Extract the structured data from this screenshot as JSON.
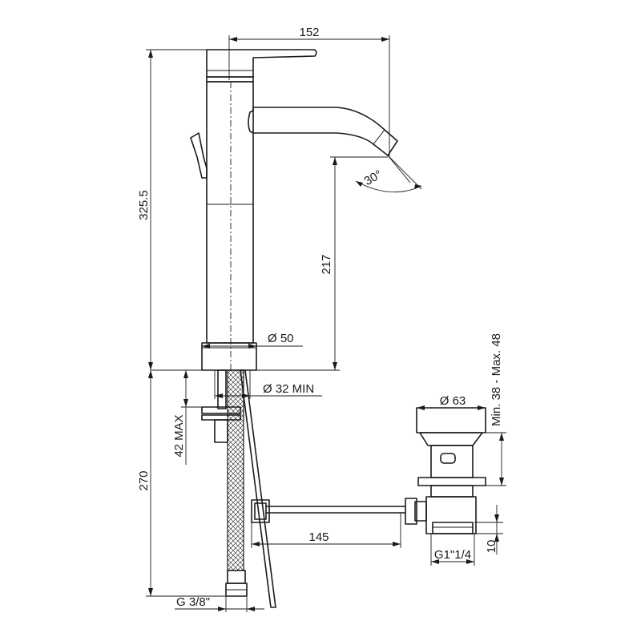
{
  "dimensions": {
    "total_width": "152",
    "total_height": "325.5",
    "spout_height": "217",
    "spout_angle": "30°",
    "base_diameter": "Ø 50",
    "hole_diameter": "Ø 32 MIN",
    "max_thickness": "42 MAX",
    "hose_length": "270",
    "hose_connection": "G 3/8\"",
    "drain_diameter": "Ø 63",
    "drain_range": "Min. 38 - Max. 48",
    "rod_length": "145",
    "drain_thread": "G1\"1/4",
    "drain_thread_height": "10"
  }
}
